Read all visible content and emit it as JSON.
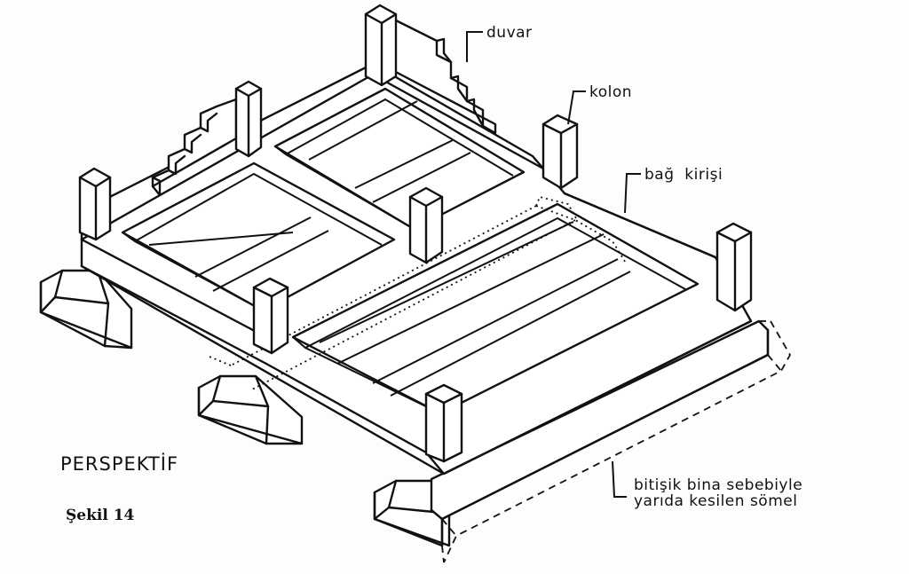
{
  "labels": {
    "duvar": "duvar",
    "kolon": "kolon",
    "bag_kirisi": "bağ  kirişi",
    "somel_line1": "bitişik bina sebebiyle",
    "somel_line2": "yarıda kesilen sömel"
  },
  "figure": {
    "view_title": "PERSPEKTİF",
    "caption": "Şekil 14"
  }
}
